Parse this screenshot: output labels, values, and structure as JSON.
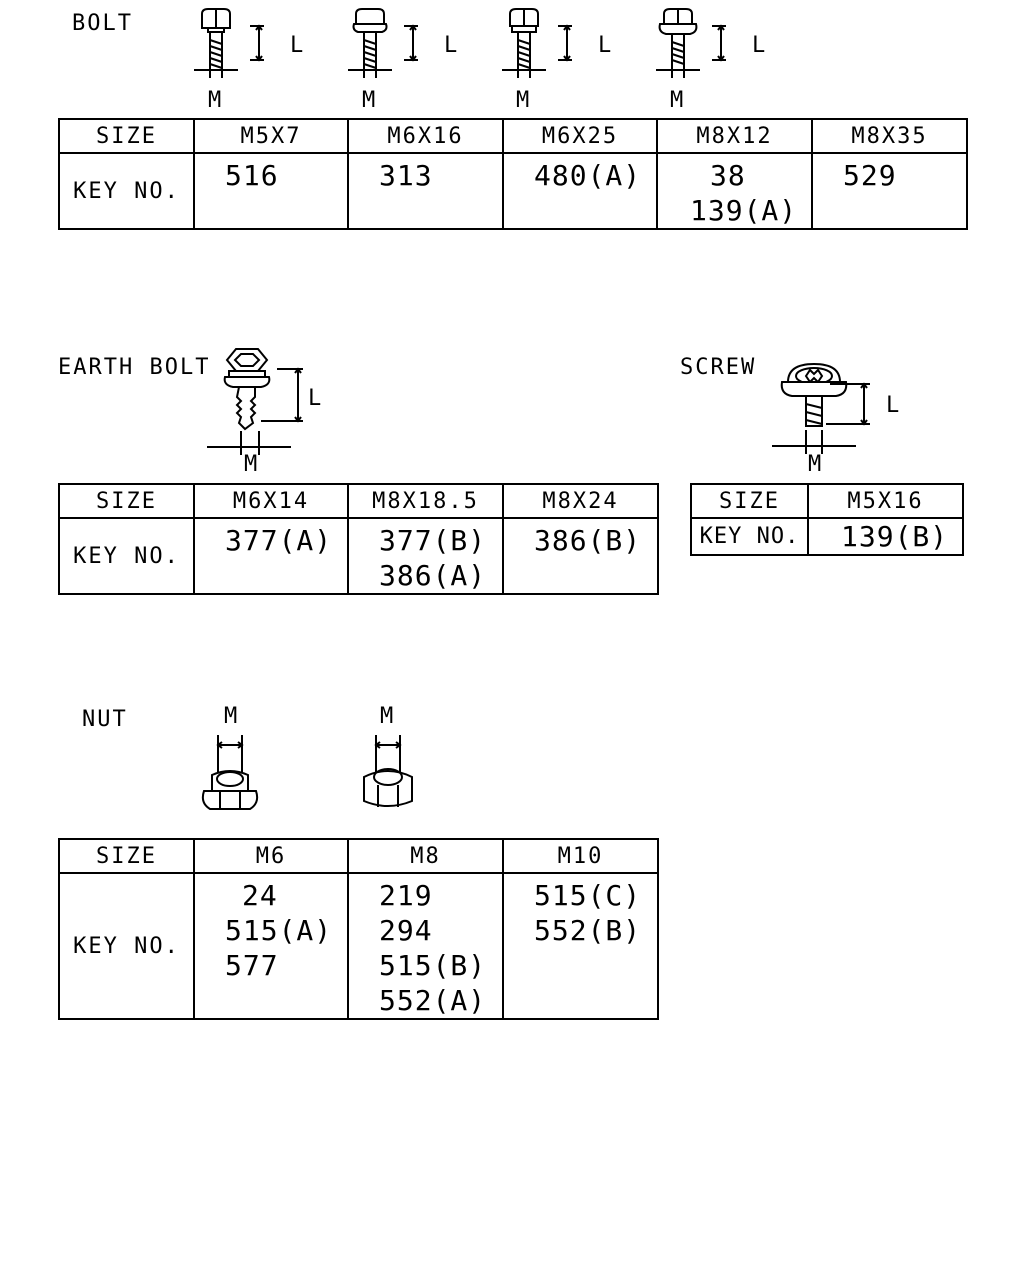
{
  "common": {
    "size_label": "SIZE",
    "key_label": "KEY NO.",
    "dim_L": "L",
    "dim_M": "M"
  },
  "bolt": {
    "title": "BOLT",
    "columns": [
      {
        "size": "M5X7",
        "keys": [
          "516"
        ]
      },
      {
        "size": "M6X16",
        "keys": [
          "313"
        ]
      },
      {
        "size": "M6X25",
        "keys": [
          "480(A)"
        ]
      },
      {
        "size": "M8X12",
        "keys": [
          "38",
          "139(A)"
        ]
      },
      {
        "size": "M8X35",
        "keys": [
          "529"
        ]
      }
    ]
  },
  "earth_bolt": {
    "title": "EARTH BOLT",
    "columns": [
      {
        "size": "M6X14",
        "keys": [
          "377(A)"
        ]
      },
      {
        "size": "M8X18.5",
        "keys": [
          "377(B)",
          "386(A)"
        ]
      },
      {
        "size": "M8X24",
        "keys": [
          "386(B)"
        ]
      }
    ]
  },
  "screw": {
    "title": "SCREW",
    "columns": [
      {
        "size": "M5X16",
        "keys": [
          "139(B)"
        ]
      }
    ]
  },
  "nut": {
    "title": "NUT",
    "columns": [
      {
        "size": "M6",
        "keys": [
          "24",
          "515(A)",
          "577"
        ]
      },
      {
        "size": "M8",
        "keys": [
          "219",
          "294",
          "515(B)",
          "552(A)"
        ]
      },
      {
        "size": "M10",
        "keys": [
          "515(C)",
          "552(B)"
        ]
      }
    ]
  }
}
